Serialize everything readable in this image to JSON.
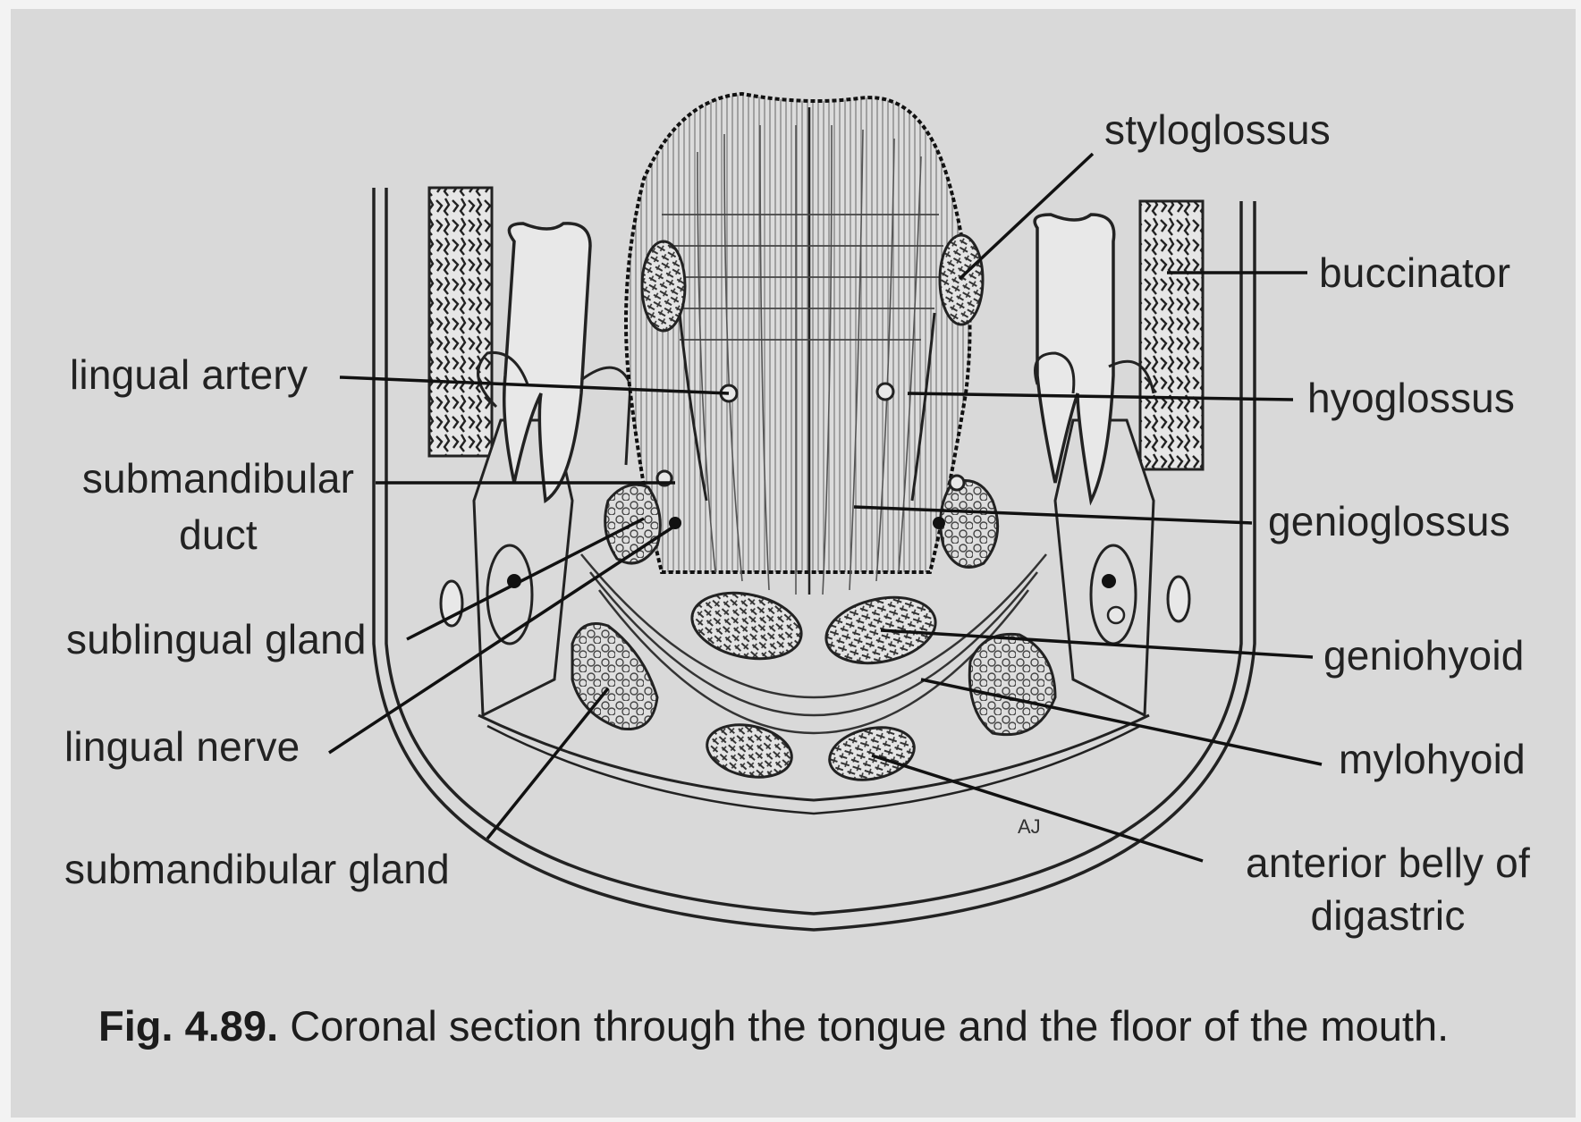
{
  "labels": {
    "styloglossus": "styloglossus",
    "buccinator": "buccinator",
    "lingual_artery": "lingual artery",
    "hyoglossus": "hyoglossus",
    "submandibular_duct_line1": "submandibular",
    "submandibular_duct_line2": "duct",
    "genioglossus": "genioglossus",
    "sublingual_gland": "sublingual gland",
    "geniohyoid": "geniohyoid",
    "lingual_nerve": "lingual nerve",
    "mylohyoid": "mylohyoid",
    "submandibular_gland": "submandibular gland",
    "anterior_belly_line1": "anterior belly of",
    "anterior_belly_line2": "digastric",
    "artist_initials": "AJ"
  },
  "caption": {
    "number": "Fig. 4.89.",
    "text": " Coronal section through the tongue and the floor of the mouth."
  },
  "colors": {
    "background": "#d9d9d9",
    "ink": "#222222"
  }
}
